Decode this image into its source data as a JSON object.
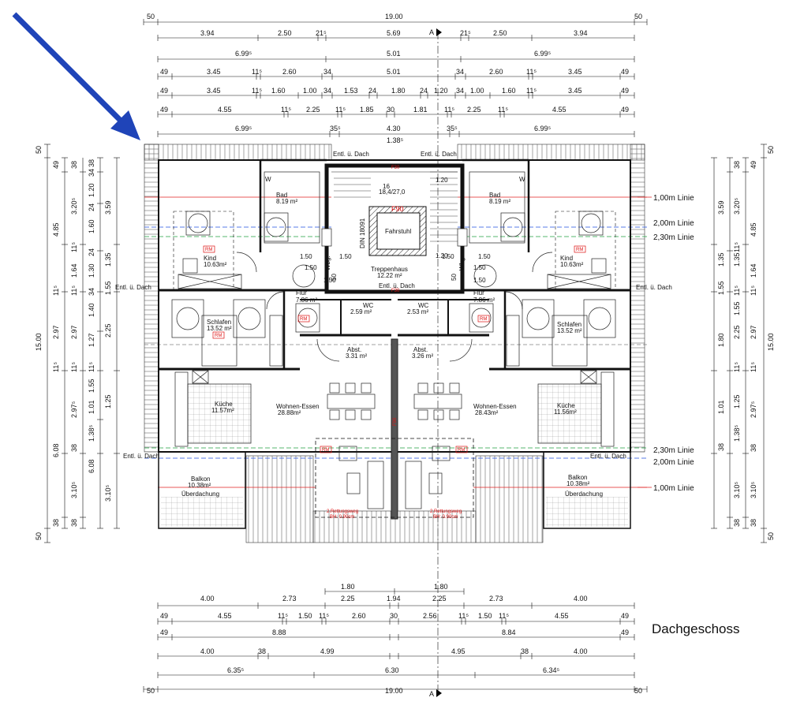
{
  "drawing_title": "Dachgeschoss",
  "section_marker": "A",
  "colors": {
    "arrow": "#1f44b8",
    "red_line": "#e02020",
    "blue_line": "#2050e0",
    "green_line": "#20a040",
    "red_text": "#d11111"
  },
  "top_dims": {
    "r1": [
      "50",
      "19.00",
      "50"
    ],
    "r2": [
      "3.94",
      "2.50",
      "21⁵",
      "5.69",
      "21⁵",
      "2.50",
      "3.94"
    ],
    "r3": [
      "6.99⁵",
      "5.01",
      "6.99⁵"
    ],
    "r4": [
      "49",
      "3.45",
      "11⁵",
      "2.60",
      "34",
      "5.01",
      "34",
      "2.60",
      "11⁵",
      "3.45",
      "49"
    ],
    "r5": [
      "49",
      "3.45",
      "11⁵",
      "1.60",
      "1.00",
      "34",
      "1.53",
      "24",
      "1.80",
      "24",
      "1.20",
      "34",
      "1.00",
      "1.60",
      "11⁵",
      "3.45",
      "49"
    ],
    "r6": [
      "49",
      "4.55",
      "11⁵",
      "2.25",
      "11⁵",
      "1.85",
      "30",
      "1.81",
      "11⁵",
      "2.25",
      "11⁵",
      "4.55",
      "49"
    ],
    "r7": [
      "6.99⁵",
      "35⁵",
      "4.30",
      "35⁵",
      "6.99⁵"
    ],
    "r8": [
      "1.38⁵"
    ]
  },
  "bottom_dims": {
    "r1": [
      "1.80",
      "1.80"
    ],
    "r2": [
      "4.00",
      "2.73",
      "2.25",
      "1.94",
      "2.25",
      "2.73",
      "4.00"
    ],
    "r3": [
      "49",
      "4.55",
      "11⁵",
      "1.50",
      "11⁵",
      "2.60",
      "30",
      "2.56",
      "11⁵",
      "1.50",
      "11⁵",
      "4.55",
      "49"
    ],
    "r4": [
      "49",
      "8.88",
      "8.84",
      "49"
    ],
    "r5": [
      "4.00",
      "38",
      "4.99",
      "4.95",
      "38",
      "4.00"
    ],
    "r6": [
      "6.35⁵",
      "6.30",
      "6.34⁵"
    ],
    "r7": [
      "50",
      "19.00",
      "50"
    ]
  },
  "left_dims": {
    "c1": [
      "50",
      "15.00",
      "50"
    ],
    "c2": [
      "49",
      "4.85",
      "11⁵",
      "2.97",
      "11⁵",
      "6.08",
      "38"
    ],
    "c3": [
      "38",
      "3.20⁵",
      "11⁵",
      "1.64",
      "11⁵",
      "2.97",
      "11⁵",
      "2.97⁵",
      "38",
      "3.10⁵",
      "38"
    ],
    "c4": [
      "38",
      "34",
      "1.20",
      "24",
      "1.60",
      "24",
      "1.30",
      "34",
      "1.40",
      "1.27",
      "11⁵",
      "1.55",
      "1.01",
      "1.38⁵",
      "6.08"
    ],
    "c5": [
      "3.59",
      "1.35",
      "1.55",
      "2.25",
      "1.25",
      "3.10⁵"
    ]
  },
  "right_dims": {
    "c1": [
      "50",
      "15.00",
      "50"
    ],
    "c2": [
      "49",
      "4.85",
      "1.64",
      "11⁵",
      "2.97",
      "11⁵",
      "2.97⁵",
      "38",
      "3.10⁵",
      "38"
    ],
    "c3": [
      "38",
      "3.20⁵",
      "11⁵",
      "1.35",
      "11⁵",
      "1.55",
      "11⁵",
      "2.25",
      "1.25",
      "1.38⁵",
      "3.10⁵",
      "38"
    ],
    "c4": [
      "3.59",
      "1.35",
      "1.55",
      "1.80",
      "1.01",
      "38"
    ]
  },
  "height_lines": {
    "l100": "1,00m Linie",
    "l200": "2,00m Linie",
    "l230": "2,30m Linie"
  },
  "rooms": {
    "bad_l": {
      "name": "Bad",
      "area": "8.19 m²"
    },
    "bad_r": {
      "name": "Bad",
      "area": "8.19 m²"
    },
    "kind_l": {
      "name": "Kind",
      "area": "10.63m²"
    },
    "kind_r": {
      "name": "Kind",
      "area": "10.63m²"
    },
    "flur_l": {
      "name": "Flur",
      "area": "7.86 m²"
    },
    "flur_r": {
      "name": "Flur",
      "area": "7.86 m²"
    },
    "schlafen_l": {
      "name": "Schlafen",
      "area": "13.52 m²"
    },
    "schlafen_r": {
      "name": "Schlafen",
      "area": "13.52 m²"
    },
    "kueche_l": {
      "name": "Küche",
      "area": "11.57m²"
    },
    "kueche_r": {
      "name": "Küche",
      "area": "11.56m²"
    },
    "wohnen_l": {
      "name": "Wohnen-Essen",
      "area": "28.88m²"
    },
    "wohnen_r": {
      "name": "Wohnen-Essen",
      "area": "28.43m²"
    },
    "balkon_l": {
      "name": "Balkon",
      "area": "10.38m²",
      "note": "Überdachung"
    },
    "balkon_r": {
      "name": "Balkon",
      "area": "10.38m²",
      "note": "Überdachung"
    },
    "wc_l": {
      "name": "WC",
      "area": "2.59 m²"
    },
    "wc_r": {
      "name": "WC",
      "area": "2.53 m²"
    },
    "abst_l": {
      "name": "Abst.",
      "area": "3.31 m²"
    },
    "abst_r": {
      "name": "Abst.",
      "area": "3.26 m²"
    },
    "treppenhaus": {
      "name": "Treppenhaus",
      "area": "12.22 m²"
    },
    "fahrstuhl": {
      "name": "Fahrstuhl"
    }
  },
  "labels": {
    "entl": "Entl. ü. Dach",
    "rm": "RM",
    "f90": "F90",
    "f30": "F30",
    "wbg": "Wbg.",
    "rettung": "2.Rettungsweg",
    "bh": "BH: 0.90cm",
    "w": "W",
    "stairs": "16",
    "stairs_ratio": "18,4/27,0",
    "din": "DIN 18091",
    "d150": "1.50",
    "d120": "1.20",
    "d50": "50"
  }
}
